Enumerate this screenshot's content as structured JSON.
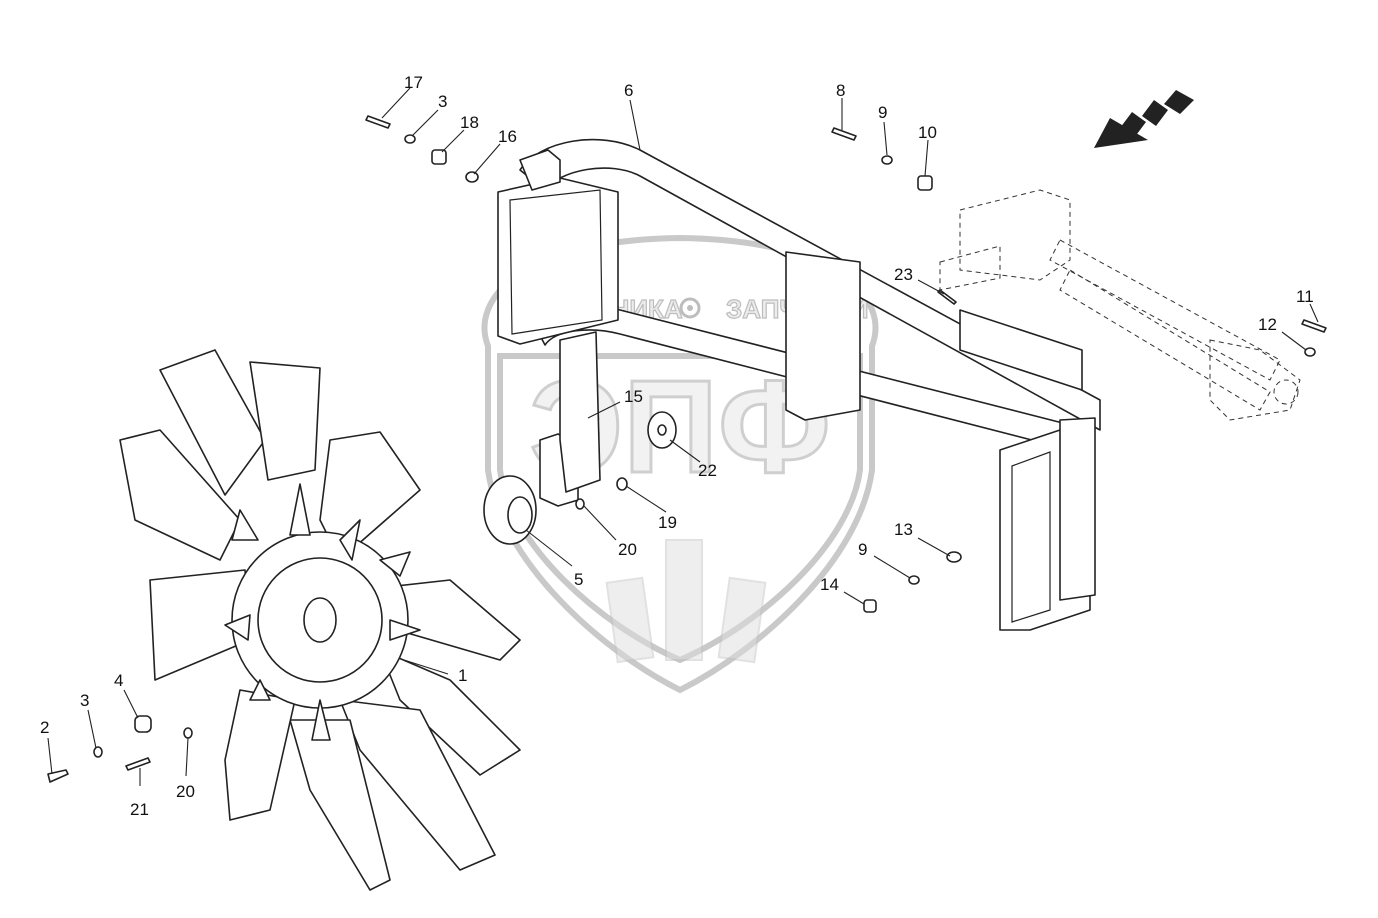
{
  "watermark": {
    "left_word": "ТЕХНИКА",
    "right_word": "ЗАПЧАСТИ",
    "emblem": "ЭПФ",
    "gear_icon": "gear-icon"
  },
  "callouts": {
    "c1": "1",
    "c2": "2",
    "c3a": "3",
    "c3b": "3",
    "c4": "4",
    "c5": "5",
    "c6": "6",
    "c8": "8",
    "c9a": "9",
    "c9b": "9",
    "c10": "10",
    "c11": "11",
    "c12": "12",
    "c13": "13",
    "c14": "14",
    "c15": "15",
    "c16": "16",
    "c17": "17",
    "c18": "18",
    "c19": "19",
    "c20a": "20",
    "c20b": "20",
    "c21": "21",
    "c22": "22",
    "c23": "23"
  },
  "direction_arrow": {
    "icon": "direction-arrow-icon"
  }
}
